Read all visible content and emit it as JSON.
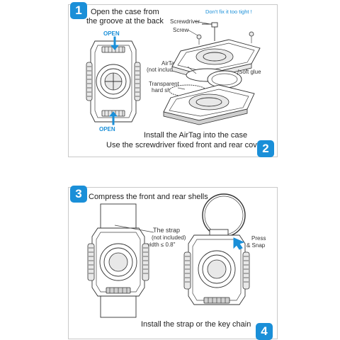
{
  "steps": [
    {
      "number": "1",
      "title_line1": "Open the case from",
      "title_line2": "the groove at the back"
    },
    {
      "number": "2",
      "title_line1": "Install  the AirTag into the case",
      "title_line2": "Use the screwdriver fixed front and rear cover"
    },
    {
      "number": "3",
      "title": "Compress the front and rear shells"
    },
    {
      "number": "4",
      "title": "Install the strap or the key chain"
    }
  ],
  "labels": {
    "open_top": "OPEN",
    "open_bottom": "OPEN",
    "warning": "Don't fix it too tight !",
    "screwdriver": "Screwdriver",
    "screw": "Screw",
    "airtag_line1": "AirTag",
    "airtag_line2": "(not included)",
    "soft_glue": "Soft glue",
    "shell_line1": "Transparent",
    "shell_line2": "hard shell",
    "strap_line1": "The strap",
    "strap_line2": "(not included)",
    "strap_line3": "width ≤ 0.8\"",
    "press_line1": "Press",
    "press_line2": "& Snap"
  },
  "colors": {
    "accent": "#1a8fd8",
    "border": "#c9c9c9",
    "line": "#333333"
  }
}
